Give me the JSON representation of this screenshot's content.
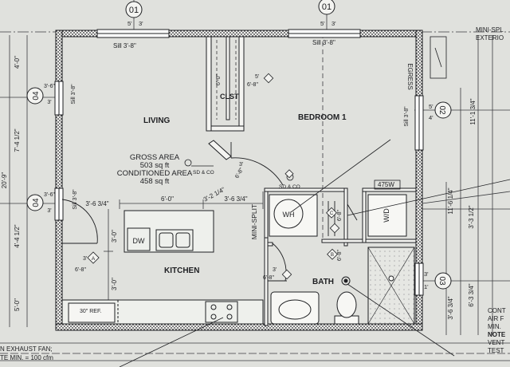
{
  "grid_markers": [
    "01",
    "01",
    "04",
    "04",
    "02",
    "03"
  ],
  "rooms": {
    "living": "LIVING",
    "bedroom": "BEDROOM 1",
    "closet": "CLST",
    "kitchen": "KITCHEN",
    "bath": "BATH"
  },
  "area": {
    "gross_label": "GROSS AREA",
    "gross_value": "503 sq ft",
    "conditioned_label": "CONDITIONED AREA",
    "conditioned_value": "458 sq ft"
  },
  "fixtures": {
    "water_heater": "WH",
    "washer_dryer": "W/D",
    "dishwasher": "DW",
    "mini_split": "MINI-SPLIT",
    "sd_co_1": "SD & CO",
    "sd_co_2": "SD & CO",
    "circuit": "475W",
    "ref": "30\" REF.",
    "egress": "EGRESS"
  },
  "dimensions": {
    "left_4_0": "4'-0\"",
    "left_7_4_half": "7'-4 1/2\"",
    "left_20_9": "20'-9\"",
    "left_4_4_half": "4'-4 1/2\"",
    "left_5_0": "5'-0\"",
    "right_11_1_3q": "11'-1 3/4\"",
    "right_11_6_1q": "11'-6 1/4\"",
    "right_3_3_half": "3'-3 1/2\"",
    "right_6_3_3q": "6'-3 3/4\"",
    "right_3_6_3q": "3'-6 3/4\"",
    "kit_6_0": "6'-0\"",
    "kit_3_2_1q": "3'-2 1/4\"",
    "kit_3_6_3q_a": "3'-6 3/4\"",
    "kit_3_6_3q_b": "3'-6 3/4\"",
    "kit_3_0_a": "3'-0\"",
    "kit_3_0_b": "3'-0\""
  },
  "window_tags": {
    "top_left_5": "5'",
    "top_left_3": "3'",
    "top_right_5": "5'",
    "top_right_3": "3'",
    "sill_left": "Sill 3'-8\"",
    "sill_right": "Sill 3'-8\"",
    "left_3_6": "3'-6\"",
    "left_3": "3'",
    "left_sill_1": "Sill 3'-8\"",
    "left_3_6_b": "3'-6\"",
    "left_3_b": "3'",
    "left_sill_2": "Sill 3'-8\"",
    "right_sill": "Sill 3'-8\"",
    "right_5": "5'",
    "right_4": "4'",
    "right_1": "1'",
    "right_3": "3'"
  },
  "door_tags": {
    "closet_5": "5'",
    "closet_6_0": "6'-0\"",
    "closet_6_8": "6'-8\"",
    "bed_3": "3'",
    "bed_6_8": "6'-8\"",
    "entry_3": "3'",
    "entry_6_8": "6'-8\"",
    "bath_3": "3'",
    "bath_6_8": "6'-8\"",
    "wd_6_8": "6'-8\"",
    "lau_6_8": "6'-8\""
  },
  "tags": {
    "a": "A",
    "c": "C",
    "b": "B"
  },
  "notes": {
    "right_1": "MINI-SPL",
    "right_2": "EXTERIO",
    "right_3": "CONT",
    "right_4": "AIR F",
    "right_5": "MIN.",
    "right_6": "NOTE",
    "right_7": "VENT",
    "right_8": "TEST",
    "bottom_1": "N EXHAUST FAN;",
    "bottom_2": "TE MIN. = 100 cfm"
  }
}
